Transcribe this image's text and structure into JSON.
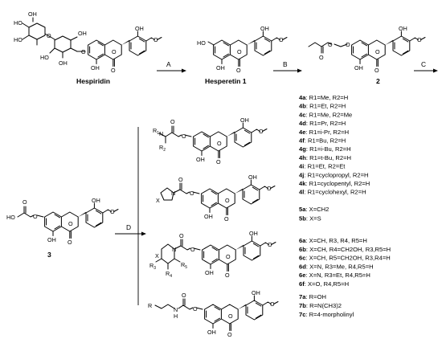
{
  "compounds": {
    "hesperidin": {
      "name": "Hespiridin"
    },
    "hesperetin": {
      "name": "Hesperetin 1"
    },
    "ester": {
      "name": "2"
    },
    "acid": {
      "name": "3"
    }
  },
  "steps": {
    "a": "A",
    "b": "B",
    "c": "C",
    "d": "D"
  },
  "atoms": {
    "oh": "OH",
    "o": "O",
    "ho": "HO",
    "n": "N",
    "h": "H",
    "x": "X",
    "r": "R",
    "r1": "R",
    "r2": "R",
    "r3": "R",
    "r4": "R",
    "r5": "R"
  },
  "list4": [
    {
      "id": "4a",
      "text": ": R1=Me, R2=H"
    },
    {
      "id": "4b",
      "text": ": R1=Et, R2=H"
    },
    {
      "id": "4c",
      "text": ": R1=Me, R2=Me"
    },
    {
      "id": "4d",
      "text": ": R1=Pr, R2=H"
    },
    {
      "id": "4e",
      "text": ": R1=i-Pr, R2=H"
    },
    {
      "id": "4f",
      "text": ": R1=Bu, R2=H"
    },
    {
      "id": "4g",
      "text": ": R1=i-Bu, R2=H"
    },
    {
      "id": "4h",
      "text": ": R1=t-Bu, R2=H"
    },
    {
      "id": "4i",
      "text": ": R1=Et, R2=Et"
    },
    {
      "id": "4j",
      "text": ": R1=cyclopropyl, R2=H"
    },
    {
      "id": "4k",
      "text": ": R1=cyclopentyl, R2=H"
    },
    {
      "id": "4l",
      "text": ": R1=cyclohexyl, R2=H"
    }
  ],
  "list5": [
    {
      "id": "5a",
      "text": ": X=CH2"
    },
    {
      "id": "5b",
      "text": ": X=S"
    }
  ],
  "list6": [
    {
      "id": "6a",
      "text": ": X=CH, R3, R4, R5=H"
    },
    {
      "id": "6b",
      "text": ": X=CH, R4=CH2OH, R3,R5=H"
    },
    {
      "id": "6c",
      "text": ": X=CH, R5=CH2OH, R3,R4=H"
    },
    {
      "id": "6d",
      "text": ": X=N, R3=Me, R4,R5=H"
    },
    {
      "id": "6e",
      "text": ": X=N, R3=Et, R4,R5=H"
    },
    {
      "id": "6f",
      "text": ": X=O, R4,R5=H"
    }
  ],
  "list7": [
    {
      "id": "7a",
      "text": ": R=OH"
    },
    {
      "id": "7b",
      "text": ": R=N(CH3)2"
    },
    {
      "id": "7c",
      "text": ": R=4-morpholinyl"
    }
  ]
}
